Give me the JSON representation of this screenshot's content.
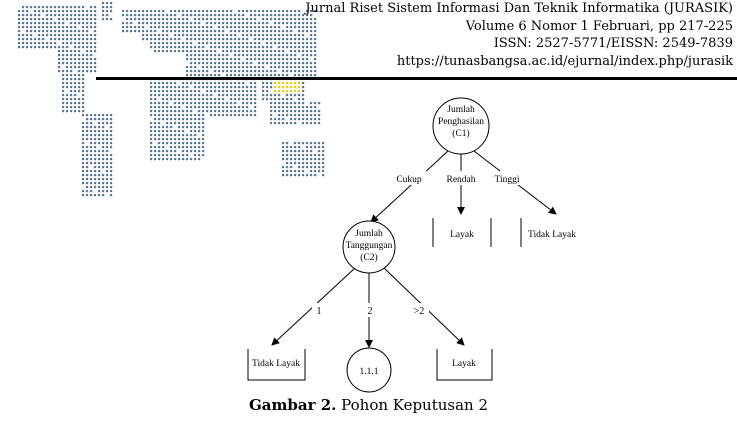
{
  "header": {
    "journal_line": "Jurnal Riset Sistem Informasi Dan Teknik Informatika (JURASIK)",
    "volume_line": "Volume 6 Nomor 1 Februari, pp 217-225",
    "issn_line": "ISSN: 2527-5771/EISSN: 2549-7839",
    "url_line": "https://tunasbangsa.ac.id/ejurnal/index.php/jurasik"
  },
  "colors": {
    "map_dots": "#3d5f86",
    "map_highlight": "#e6d200"
  },
  "diagram": {
    "root": {
      "line1": "Jumlah",
      "line2": "Penghasilan",
      "line3": "(C1)"
    },
    "branches": {
      "cukup": "Cukup",
      "rendah": "Rendah",
      "tinggi": "Tinggi"
    },
    "leaf_layak": "Layak",
    "leaf_tidak_layak": "Tidak Layak",
    "node_c2": {
      "line1": "Jumlah",
      "line2": "Tanggungan",
      "line3": "(C2)"
    },
    "branches_c2": {
      "one": "1",
      "two": "2",
      "gt2": ">2"
    },
    "leaf_c2_tidak_layak": "Tidak Layak",
    "leaf_c2_layak": "Layak",
    "node_111": "1.1.1"
  },
  "caption": {
    "label": "Gambar 2.",
    "text": " Pohon Keputusan 2"
  }
}
